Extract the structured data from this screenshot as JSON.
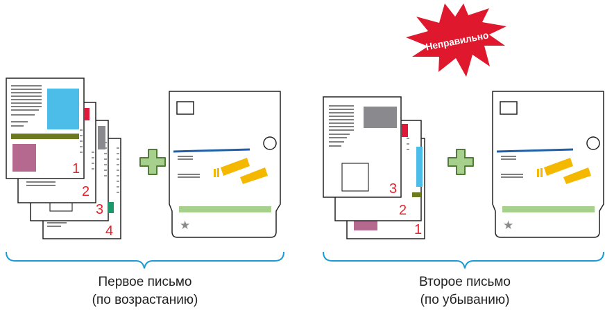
{
  "colors": {
    "page_number": "#e8202a",
    "starburst": "#e0182d",
    "plus_fill": "#a8d08d",
    "plus_stroke": "#507c37",
    "brace": "#1a9bd7",
    "envelope_line_blue": "#1e5fa8",
    "envelope_band_green": "#a8d08d",
    "envelope_arrows": "#f5b800"
  },
  "wrong_badge": {
    "text": "Неправильно"
  },
  "left_group": {
    "page_numbers": [
      "1",
      "2",
      "3",
      "4"
    ],
    "caption_line1": "Первое письмо",
    "caption_line2": "(по возрастанию)"
  },
  "right_group": {
    "page_numbers": [
      "3",
      "2",
      "1"
    ],
    "caption_line1": "Второе письмо",
    "caption_line2": "(по убыванию)"
  },
  "icons": [
    "plus-icon",
    "star-icon",
    "stamp-box-icon",
    "circle-icon",
    "brace-icon",
    "starburst-icon"
  ]
}
